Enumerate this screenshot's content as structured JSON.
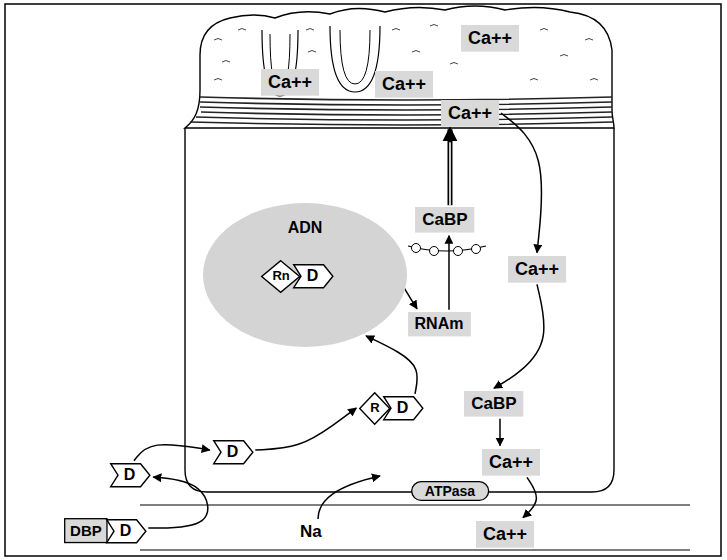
{
  "diagram": {
    "nodes": [
      {
        "text": [
          "Ca++"
        ]
      },
      {
        "text": [
          "Ca++"
        ]
      },
      {
        "text": [
          "Ca++"
        ]
      },
      {
        "text": [
          "Ca++"
        ]
      },
      {
        "text": [
          "ADN"
        ]
      },
      {
        "text": [
          "Rn"
        ],
        "in": 4
      },
      {
        "text": [
          "D"
        ],
        "in": 4
      },
      {
        "text": [
          "CaBP"
        ]
      },
      {
        "text": [
          "Ca++"
        ]
      },
      {
        "text": [
          "RNAm"
        ]
      },
      {
        "text": [
          "R"
        ]
      },
      {
        "text": [
          "D"
        ]
      },
      {
        "text": [
          "CaBP"
        ]
      },
      {
        "text": [
          "D"
        ]
      },
      {
        "text": [
          "Ca++"
        ]
      },
      {
        "text": [
          "D"
        ]
      },
      {
        "text": [
          "ATPasa"
        ]
      },
      {
        "text": [
          "DBP"
        ]
      },
      {
        "text": [
          "D"
        ]
      },
      {
        "text": [
          "Ca++"
        ]
      }
    ],
    "edges": [
      {
        "from": 18,
        "to": 15,
        "arrow": "to"
      },
      {
        "from": 15,
        "to": 13,
        "arrow": "to"
      },
      {
        "from": 13,
        "to": 10,
        "arrow": "to"
      },
      {
        "from": 11,
        "to": 4,
        "arrow": "to"
      },
      {
        "from": 6,
        "to": 4,
        "arrow": "to"
      },
      {
        "from": 4,
        "to": 9,
        "arrow": "to"
      },
      {
        "from": 9,
        "to": 7,
        "arrow": "to"
      },
      {
        "from": 7,
        "to": 3,
        "arrow": "to"
      },
      {
        "from": 3,
        "to": 8,
        "arrow": "to"
      },
      {
        "from": 8,
        "to": 12,
        "arrow": "to"
      },
      {
        "from": 12,
        "to": 14,
        "arrow": "to"
      },
      {
        "from": 14,
        "to": 19,
        "arrow": "to"
      }
    ],
    "labels": [
      "Na"
    ]
  }
}
